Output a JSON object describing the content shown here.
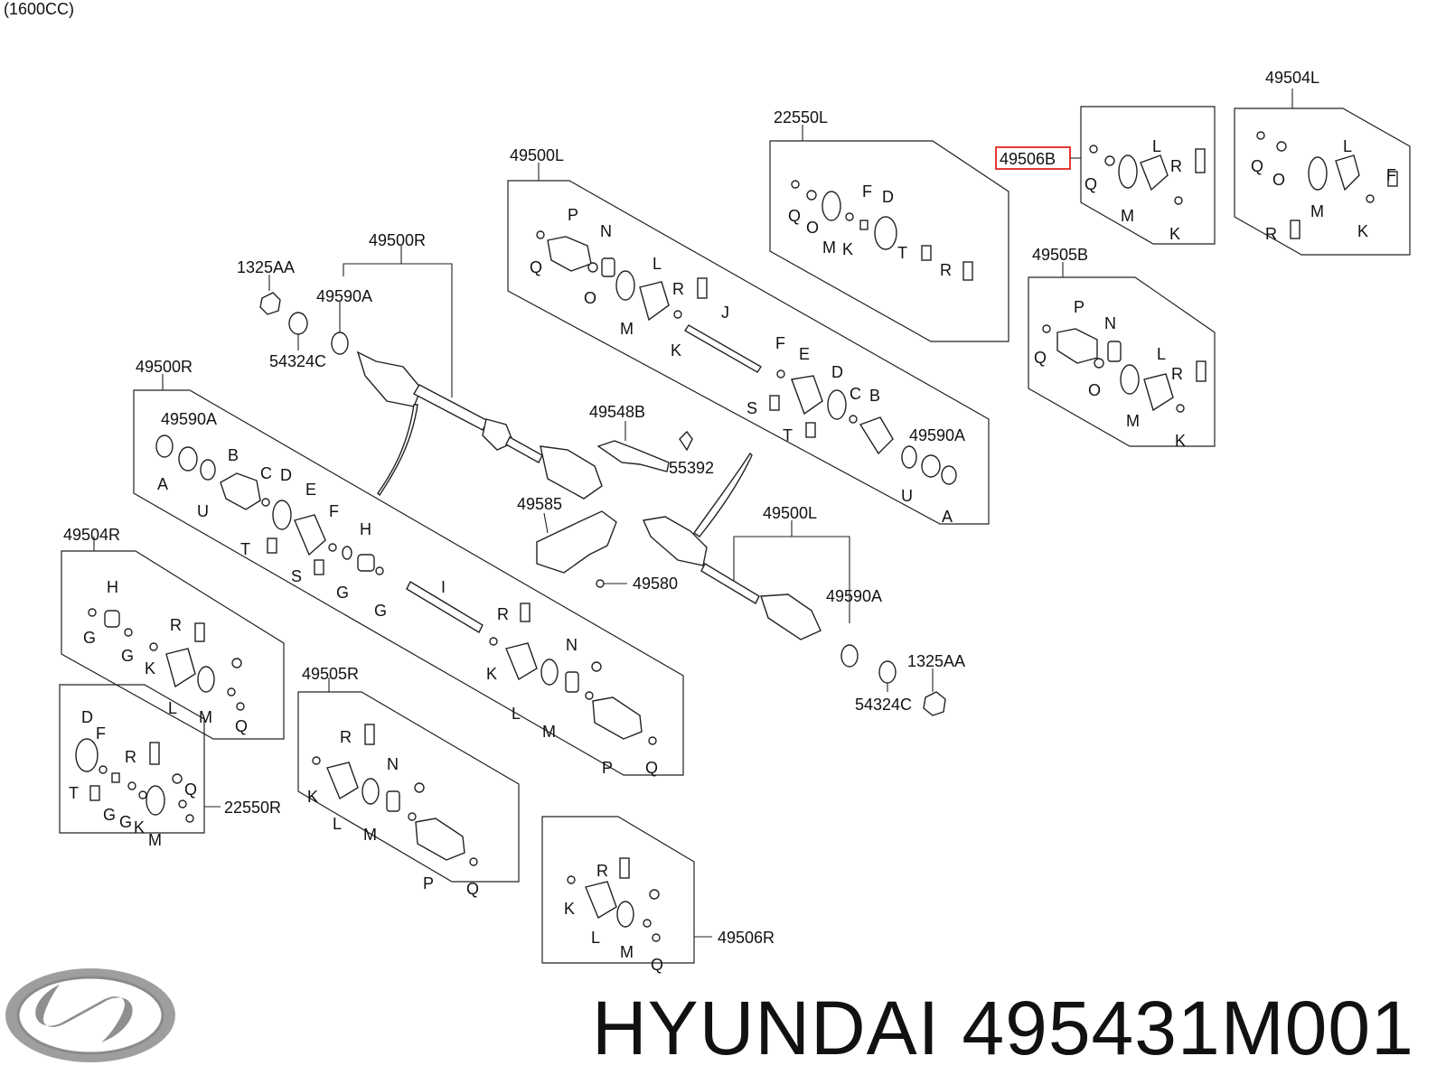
{
  "note": "(1600CC)",
  "footer": {
    "brand": "HYUNDAI",
    "part_number": "495431M001"
  },
  "highlight_label": "49506B",
  "assembly_labels": {
    "a49504L": "49504L",
    "a22550L": "22550L",
    "a49506B": "49506B",
    "a49500L_top": "49500L",
    "a49500R_top": "49500R",
    "a1325AA_top": "1325AA",
    "a49590A_top": "49590A",
    "a54324C_top": "54324C",
    "a49505B": "49505B",
    "a49500R_mid": "49500R",
    "a49590A_mid": "49590A",
    "a49548B": "49548B",
    "a55392": "55392",
    "a49590A_right": "49590A",
    "a49585": "49585",
    "a49580": "49580",
    "a49500L_mid": "49500L",
    "a49590A_low": "49590A",
    "a1325AA_low": "1325AA",
    "a54324C_low": "54324C",
    "a49504R": "49504R",
    "a49505R": "49505R",
    "a22550R": "22550R",
    "a49506R": "49506R"
  },
  "letters": [
    "A",
    "B",
    "C",
    "D",
    "E",
    "F",
    "G",
    "H",
    "I",
    "J",
    "K",
    "L",
    "M",
    "N",
    "O",
    "P",
    "Q",
    "R",
    "S",
    "T",
    "U"
  ]
}
